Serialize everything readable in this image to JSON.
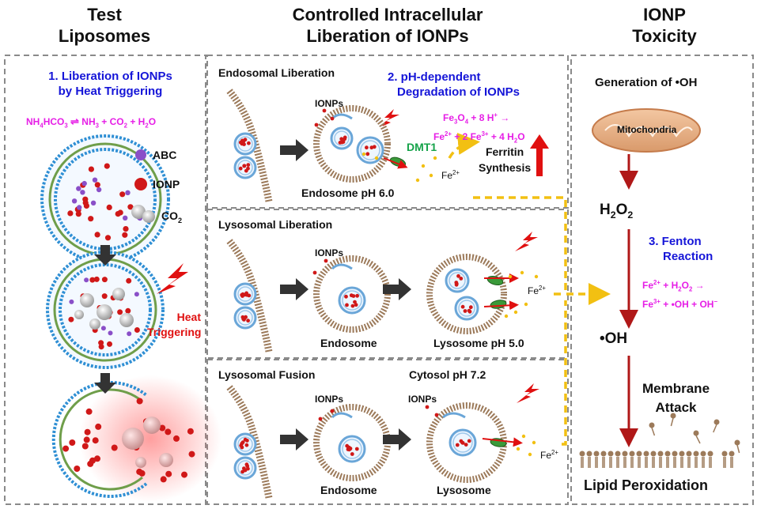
{
  "headers": {
    "col1": [
      "Test",
      "Liposomes"
    ],
    "col2": [
      "Controlled Intracellular",
      "Liberation of IONPs"
    ],
    "col3": [
      "IONP",
      "Toxicity"
    ]
  },
  "col1": {
    "step": [
      "1. Liberation of IONPs",
      "by Heat Triggering"
    ],
    "legend": {
      "abc": "ABC",
      "ionp": "IONP",
      "co2": "CO"
    },
    "heat": [
      "Heat",
      "Triggering"
    ]
  },
  "col2": {
    "endo": {
      "title": "Endosomal Liberation",
      "ionps": "IONPs",
      "step": [
        "2. pH-dependent",
        "Degradation of IONPs"
      ],
      "dmt1": "DMT1",
      "ferritin": [
        "Ferritin",
        "Synthesis"
      ],
      "ph": "Endosome pH 6.0"
    },
    "lyso": {
      "title": "Lysosomal Liberation",
      "ionps": "IONPs",
      "endosome": "Endosome",
      "ph": "Lysosome pH 5.0"
    },
    "fusion": {
      "title": "Lysosomal Fusion",
      "cytosol": "Cytosol pH 7.2",
      "ionps1": "IONPs",
      "ionps2": "IONPs",
      "endosome": "Endosome",
      "lysosome": "Lysosome"
    }
  },
  "col3": {
    "gen": "Generation of •OH",
    "mito": "Mitochondria",
    "oh": "•OH",
    "step": [
      "3. Fenton",
      "Reaction"
    ],
    "membrane": [
      "Membrane",
      "Attack"
    ],
    "lipid": "Lipid Peroxidation"
  },
  "colors": {
    "border": "#8a8a8a",
    "membrane": "#9c7a5a",
    "iron": "#d01818",
    "abc": "#8a4fc8",
    "arrowRed": "#b01818",
    "dashed": "#f2c012",
    "blueLabel": "#1515d8",
    "magentaLabel": "#e61ee6"
  }
}
